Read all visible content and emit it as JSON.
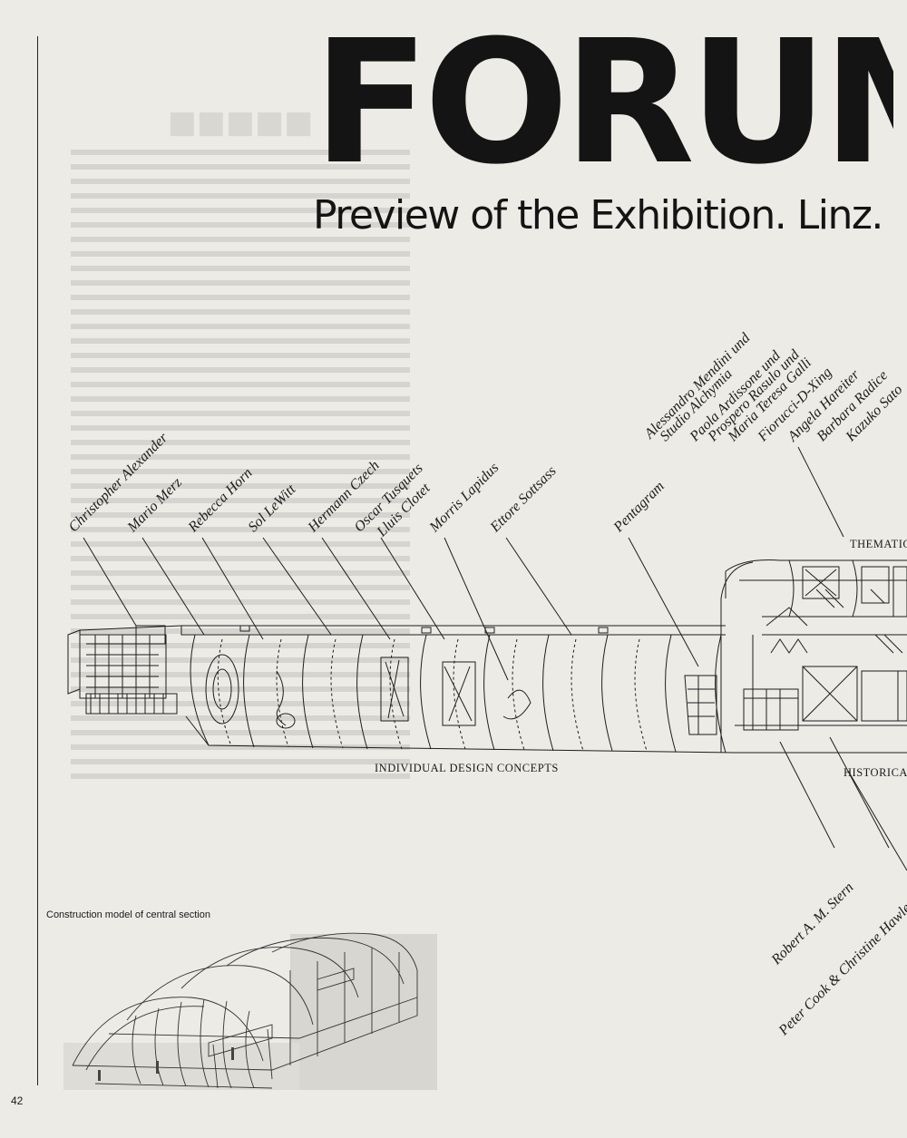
{
  "header": {
    "title": "FORUM",
    "subtitle": "Preview of the Exhibition. Linz."
  },
  "diagram": {
    "names_top": [
      "Christopher Alexander",
      "Mario Merz",
      "Rebecca Horn",
      "Sol LeWitt",
      "Hermann Czech",
      "Oscar Tusquets",
      "Lluis Clotet",
      "Morris Lapidus",
      "Ettore Sottsass",
      "Pentagram",
      "Alessandro Mendini und",
      "Studio Alchymia",
      "Paola Ardissone und",
      "Prospero Rasulo und",
      "Maria Teresa Galli",
      "Fiorucci-D-Xing",
      "Angela Hareiter",
      "Barbara Radice",
      "Kazuko Sato"
    ],
    "names_bottom": [
      "Robert A. M. Stern",
      "Peter Cook & Christine Hawley"
    ],
    "labels": {
      "individual": "INDIVIDUAL DESIGN CONCEPTS",
      "thematic": "THEMATIC",
      "historical": "HISTORICAL"
    }
  },
  "photo": {
    "caption": "Construction model of central section"
  },
  "page_number": "42"
}
